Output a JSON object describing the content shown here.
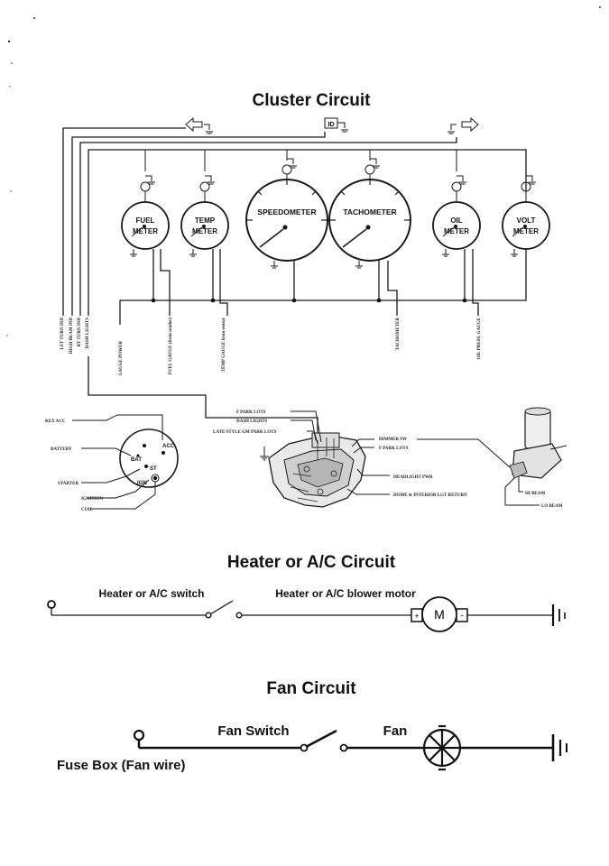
{
  "titles": {
    "cluster": "Cluster Circuit",
    "heater": "Heater or A/C Circuit",
    "fan": "Fan Circuit"
  },
  "gauges": {
    "fuel": [
      "FUEL",
      "METER"
    ],
    "temp": [
      "TEMP",
      "METER"
    ],
    "speedometer": "SPEEDOMETER",
    "tachometer": "TACHOMETER",
    "oil": [
      "OIL",
      "METER"
    ],
    "volt": [
      "VOLT",
      "METER"
    ]
  },
  "cluster_wires": {
    "left_turn": "LFT TURN IND",
    "high_beam": "HIGH BEAM IND",
    "right_turn": "RT TURN IND",
    "dash_lights": "DASH LIGHTS",
    "gauge_power": "GAUGE POWER",
    "fuel_gauge": "FUEL GAUGE (from sender)",
    "temp_gauge": "TEMP GAUGE from sensor",
    "tachometer": "TACHOMETER",
    "oil_press": "OIL PRESS. GAUGE"
  },
  "ignition_switch": {
    "key_acc": "KEY ACC",
    "battery": "BATTERY",
    "starter": "STARTER",
    "ignition": "IGNITION",
    "coil": "COIL",
    "term_bat": "BAT",
    "term_acc": "ACC",
    "term_st": "ST",
    "term_ign": "IGN"
  },
  "headlight_switch": {
    "park_lots_top": "F PARK LOTS",
    "dash_lights": "DASH LIGHTS",
    "late_style": "LATE STYLE GM PARK LOTS",
    "dimmer_sw": "DIMMER SW",
    "park_lots_right": "F PARK LOTS",
    "headlight_pwr": "HEADLIGHT PWR",
    "dome": "DOME & INTERIOR LGT RETURN",
    "hi_beam": "HI BEAM",
    "lo_beam": "LO BEAM"
  },
  "heater_circuit": {
    "switch_label": "Heater or A/C switch",
    "motor_label": "Heater or A/C blower motor",
    "motor_symbol": "M",
    "plus": "+",
    "minus": "-"
  },
  "fan_circuit": {
    "switch_label": "Fan Switch",
    "fan_label": "Fan",
    "fuse_label": "Fuse Box (Fan wire)"
  }
}
